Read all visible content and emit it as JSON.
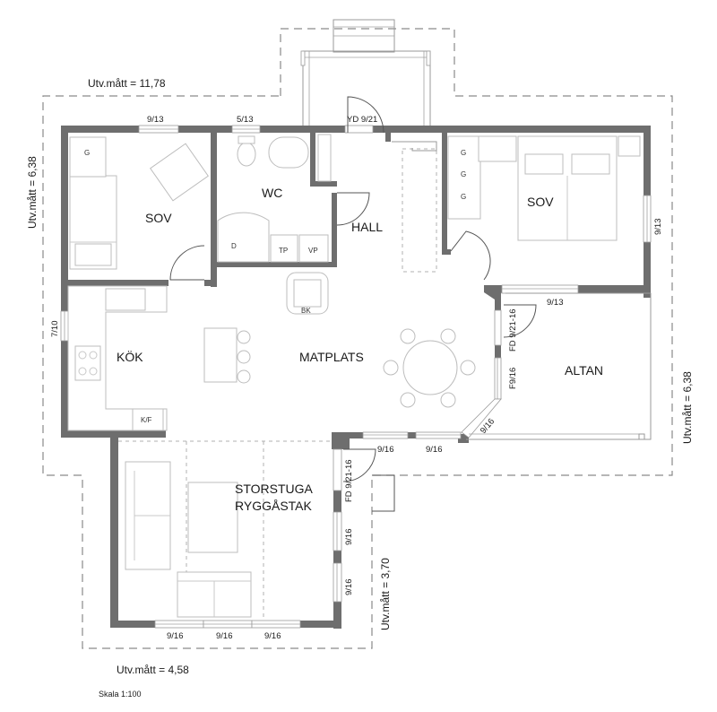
{
  "rooms": {
    "sov_left": "SOV",
    "wc": "WC",
    "hall": "HALL",
    "sov_right": "SOV",
    "kok": "KÖK",
    "matplats": "MATPLATS",
    "altan": "ALTAN",
    "storstuga": "STORSTUGA",
    "ryggastak": "RYGGÅSTAK"
  },
  "dimensions": {
    "top": "Utv.mått = 11,78",
    "left": "Utv.mått = 6,38",
    "right": "Utv.mått = 6,38",
    "middle": "Utv.mått = 3,70",
    "bottom": "Utv.mått = 4,58"
  },
  "windows": {
    "sov_left_top": "9/13",
    "wc_top": "5/13",
    "entry_door": "YD 9/21",
    "sov_right_side": "9/13",
    "sov_right_bottom": "9/13",
    "kok_side": "7/10",
    "fd_altan": "FD 9/21-16",
    "f9_16": "F9/16",
    "diagonal": "9/16",
    "dining_bottom_1": "9/16",
    "dining_bottom_2": "9/16",
    "fd_storstuga": "FD 9/21-16",
    "storstuga_side_1": "9/16",
    "storstuga_side_2": "9/16",
    "storstuga_bottom_1": "9/16",
    "storstuga_bottom_2": "9/16",
    "storstuga_bottom_3": "9/16"
  },
  "symbols": {
    "g_left": "G",
    "g_right_1": "G",
    "g_right_2": "G",
    "g_right_3": "G",
    "d": "D",
    "tp": "TP",
    "vp": "VP",
    "bk": "BK",
    "kf": "K/F"
  },
  "scale": "Skala 1:100"
}
